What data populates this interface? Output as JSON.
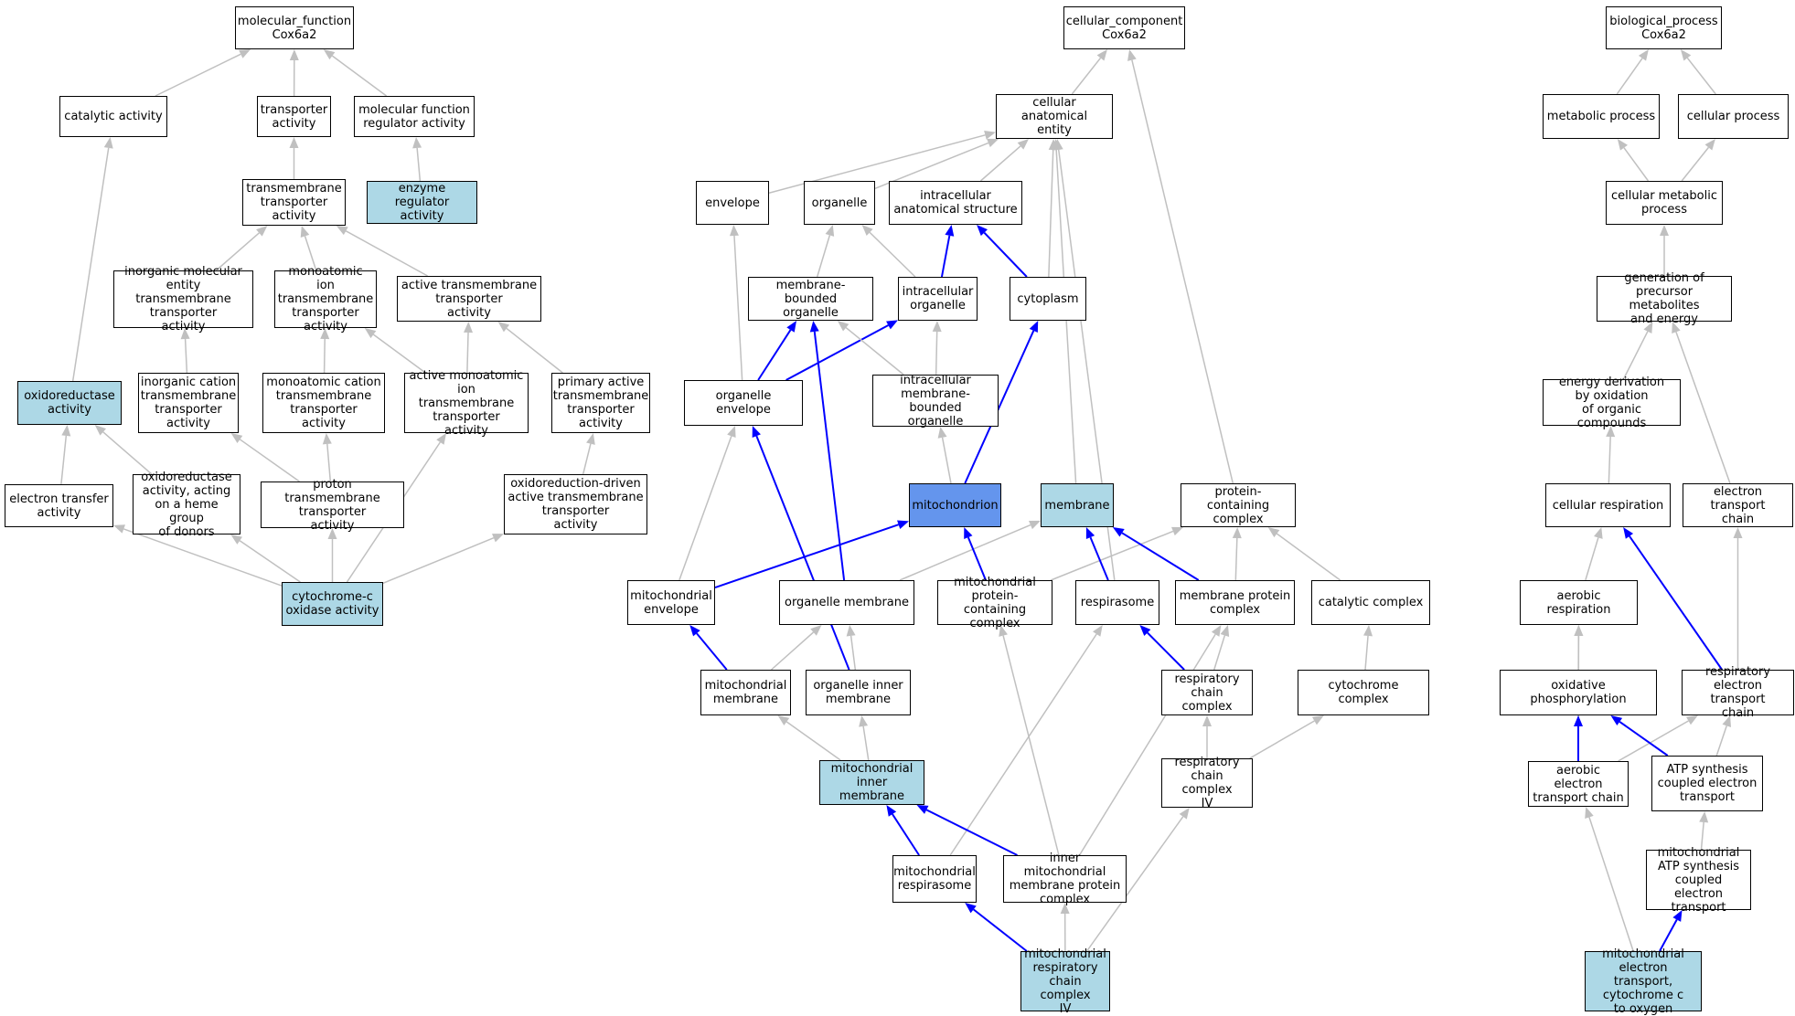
{
  "colors": {
    "edge_gray": "#c0c0c0",
    "edge_blue": "#0000ff",
    "highlight": "#add8e6",
    "focus": "#6495ed",
    "node_fill": "#ffffff",
    "border": "#000000"
  },
  "nodes": {
    "mf_root": "molecular_function\nCox6a2",
    "catalytic": "catalytic activity",
    "transporter": "transporter\nactivity",
    "mf_regulator": "molecular function\nregulator activity",
    "enzyme_reg": "enzyme regulator\nactivity",
    "tm_transporter": "transmembrane\ntransporter\nactivity",
    "inorg_mol": "inorganic molecular\nentity transmembrane\ntransporter\nactivity",
    "monoatomic_ion_tm": "monoatomic ion\ntransmembrane\ntransporter\nactivity",
    "active_tm": "active transmembrane\ntransporter\nactivity",
    "oxidoreductase": "oxidoreductase\nactivity",
    "inorg_cation": "inorganic cation\ntransmembrane\ntransporter\nactivity",
    "monoatomic_cation": "monoatomic cation\ntransmembrane\ntransporter\nactivity",
    "active_monoatomic": "active monoatomic\nion transmembrane\ntransporter\nactivity",
    "primary_active": "primary active\ntransmembrane\ntransporter\nactivity",
    "electron_transfer": "electron transfer\nactivity",
    "oxidoreductase_heme": "oxidoreductase\nactivity, acting\non a heme group\nof donors",
    "proton_tm": "proton transmembrane\ntransporter\nactivity",
    "oxred_driven": "oxidoreduction-driven\nactive transmembrane\ntransporter\nactivity",
    "cyt_c_oxidase": "cytochrome-c\noxidase activity",
    "cc_root": "cellular_component\nCox6a2",
    "cell_anat": "cellular anatomical\nentity",
    "envelope": "envelope",
    "organelle": "organelle",
    "intracell_anat": "intracellular\nanatomical structure",
    "mem_bounded": "membrane-bounded\norganelle",
    "intracell_org": "intracellular\norganelle",
    "cytoplasm": "cytoplasm",
    "org_envelope": "organelle envelope",
    "intracell_mem_bounded": "intracellular\nmembrane-bounded\norganelle",
    "mitochondrion": "mitochondrion",
    "membrane": "membrane",
    "protein_complex": "protein-containing\ncomplex",
    "mito_envelope": "mitochondrial\nenvelope",
    "org_membrane": "organelle membrane",
    "mito_protein_complex": "mitochondrial\nprotein-containing\ncomplex",
    "respirasome": "respirasome",
    "membrane_protein_complex": "membrane protein\ncomplex",
    "catalytic_complex": "catalytic complex",
    "mito_membrane": "mitochondrial\nmembrane",
    "org_inner_membrane": "organelle inner\nmembrane",
    "resp_chain_complex": "respiratory\nchain complex",
    "cytochrome_complex": "cytochrome complex",
    "mito_inner_membrane": "mitochondrial\ninner membrane",
    "resp_chain_iv": "respiratory\nchain complex\nIV",
    "mito_respirasome": "mitochondrial\nrespirasome",
    "inner_mito_mpc": "inner mitochondrial\nmembrane protein\ncomplex",
    "mito_resp_chain_iv": "mitochondrial\nrespiratory\nchain complex\nIV",
    "bp_root": "biological_process\nCox6a2",
    "metabolic": "metabolic process",
    "cellular_process": "cellular process",
    "cell_metabolic": "cellular metabolic\nprocess",
    "gen_precursor": "generation of\nprecursor metabolites\nand energy",
    "energy_deriv": "energy derivation\nby oxidation\nof organic compounds",
    "cell_resp": "cellular respiration",
    "etc": "electron transport\nchain",
    "aerobic_resp": "aerobic respiration",
    "ox_phos": "oxidative phosphorylation",
    "resp_etc": "respiratory\nelectron transport\nchain",
    "aerobic_etc": "aerobic electron\ntransport chain",
    "atp_synth": "ATP synthesis\ncoupled electron\ntransport",
    "mito_atp": "mitochondrial\nATP synthesis\ncoupled electron\ntransport",
    "mito_et_cyt_c": "mitochondrial\nelectron transport,\ncytochrome c\nto oxygen"
  },
  "highlighted": [
    "enzyme_reg",
    "oxidoreductase",
    "cyt_c_oxidase",
    "membrane",
    "mito_inner_membrane",
    "mito_resp_chain_iv",
    "mito_et_cyt_c"
  ],
  "focused": [
    "mitochondrion"
  ],
  "edges": [
    [
      "catalytic",
      "mf_root",
      "gray"
    ],
    [
      "transporter",
      "mf_root",
      "gray"
    ],
    [
      "mf_regulator",
      "mf_root",
      "gray"
    ],
    [
      "enzyme_reg",
      "mf_regulator",
      "gray"
    ],
    [
      "tm_transporter",
      "transporter",
      "gray"
    ],
    [
      "inorg_mol",
      "tm_transporter",
      "gray"
    ],
    [
      "monoatomic_ion_tm",
      "tm_transporter",
      "gray"
    ],
    [
      "active_tm",
      "tm_transporter",
      "gray"
    ],
    [
      "oxidoreductase",
      "catalytic",
      "gray"
    ],
    [
      "inorg_cation",
      "inorg_mol",
      "gray"
    ],
    [
      "monoatomic_cation",
      "monoatomic_ion_tm",
      "gray"
    ],
    [
      "active_monoatomic",
      "monoatomic_ion_tm",
      "gray"
    ],
    [
      "active_monoatomic",
      "active_tm",
      "gray"
    ],
    [
      "primary_active",
      "active_tm",
      "gray"
    ],
    [
      "electron_transfer",
      "oxidoreductase",
      "gray"
    ],
    [
      "oxidoreductase_heme",
      "oxidoreductase",
      "gray"
    ],
    [
      "proton_tm",
      "inorg_cation",
      "gray"
    ],
    [
      "proton_tm",
      "monoatomic_cation",
      "gray"
    ],
    [
      "oxred_driven",
      "primary_active",
      "gray"
    ],
    [
      "cyt_c_oxidase",
      "electron_transfer",
      "gray"
    ],
    [
      "cyt_c_oxidase",
      "oxidoreductase_heme",
      "gray"
    ],
    [
      "cyt_c_oxidase",
      "proton_tm",
      "gray"
    ],
    [
      "cyt_c_oxidase",
      "active_monoatomic",
      "gray"
    ],
    [
      "cyt_c_oxidase",
      "oxred_driven",
      "gray"
    ],
    [
      "cell_anat",
      "cc_root",
      "gray"
    ],
    [
      "protein_complex",
      "cc_root",
      "gray"
    ],
    [
      "envelope",
      "cell_anat",
      "gray"
    ],
    [
      "organelle",
      "cell_anat",
      "gray"
    ],
    [
      "intracell_anat",
      "cell_anat",
      "gray"
    ],
    [
      "cytoplasm",
      "cell_anat",
      "gray"
    ],
    [
      "membrane",
      "cell_anat",
      "gray"
    ],
    [
      "respirasome",
      "cell_anat",
      "gray"
    ],
    [
      "mem_bounded",
      "organelle",
      "gray"
    ],
    [
      "intracell_org",
      "organelle",
      "gray"
    ],
    [
      "intracell_org",
      "intracell_anat",
      "blue"
    ],
    [
      "cytoplasm",
      "intracell_anat",
      "blue"
    ],
    [
      "org_envelope",
      "envelope",
      "gray"
    ],
    [
      "org_envelope",
      "mem_bounded",
      "blue"
    ],
    [
      "org_envelope",
      "intracell_org",
      "blue"
    ],
    [
      "intracell_mem_bounded",
      "mem_bounded",
      "gray"
    ],
    [
      "intracell_mem_bounded",
      "intracell_org",
      "gray"
    ],
    [
      "mitochondrion",
      "intracell_mem_bounded",
      "gray"
    ],
    [
      "mitochondrion",
      "cytoplasm",
      "blue"
    ],
    [
      "mito_envelope",
      "org_envelope",
      "gray"
    ],
    [
      "mito_envelope",
      "mitochondrion",
      "blue"
    ],
    [
      "org_membrane",
      "mem_bounded",
      "blue"
    ],
    [
      "org_membrane",
      "membrane",
      "gray"
    ],
    [
      "mito_protein_complex",
      "mitochondrion",
      "blue"
    ],
    [
      "mito_protein_complex",
      "protein_complex",
      "gray"
    ],
    [
      "respirasome",
      "membrane",
      "blue"
    ],
    [
      "membrane_protein_complex",
      "membrane",
      "blue"
    ],
    [
      "membrane_protein_complex",
      "protein_complex",
      "gray"
    ],
    [
      "catalytic_complex",
      "protein_complex",
      "gray"
    ],
    [
      "mito_membrane",
      "mito_envelope",
      "blue"
    ],
    [
      "mito_membrane",
      "org_membrane",
      "gray"
    ],
    [
      "org_inner_membrane",
      "org_membrane",
      "gray"
    ],
    [
      "org_inner_membrane",
      "org_envelope",
      "blue"
    ],
    [
      "resp_chain_complex",
      "respirasome",
      "blue"
    ],
    [
      "resp_chain_complex",
      "membrane_protein_complex",
      "gray"
    ],
    [
      "cytochrome_complex",
      "catalytic_complex",
      "gray"
    ],
    [
      "mito_inner_membrane",
      "mito_membrane",
      "gray"
    ],
    [
      "mito_inner_membrane",
      "org_inner_membrane",
      "gray"
    ],
    [
      "resp_chain_iv",
      "resp_chain_complex",
      "gray"
    ],
    [
      "resp_chain_iv",
      "cytochrome_complex",
      "gray"
    ],
    [
      "mito_respirasome",
      "mito_inner_membrane",
      "blue"
    ],
    [
      "mito_respirasome",
      "respirasome",
      "gray"
    ],
    [
      "inner_mito_mpc",
      "mito_inner_membrane",
      "blue"
    ],
    [
      "inner_mito_mpc",
      "mito_protein_complex",
      "gray"
    ],
    [
      "inner_mito_mpc",
      "membrane_protein_complex",
      "gray"
    ],
    [
      "mito_resp_chain_iv",
      "mito_respirasome",
      "blue"
    ],
    [
      "mito_resp_chain_iv",
      "inner_mito_mpc",
      "gray"
    ],
    [
      "mito_resp_chain_iv",
      "resp_chain_iv",
      "gray"
    ],
    [
      "metabolic",
      "bp_root",
      "gray"
    ],
    [
      "cellular_process",
      "bp_root",
      "gray"
    ],
    [
      "cell_metabolic",
      "metabolic",
      "gray"
    ],
    [
      "cell_metabolic",
      "cellular_process",
      "gray"
    ],
    [
      "gen_precursor",
      "cell_metabolic",
      "gray"
    ],
    [
      "energy_deriv",
      "gen_precursor",
      "gray"
    ],
    [
      "etc",
      "gen_precursor",
      "gray"
    ],
    [
      "cell_resp",
      "energy_deriv",
      "gray"
    ],
    [
      "aerobic_resp",
      "cell_resp",
      "gray"
    ],
    [
      "ox_phos",
      "aerobic_resp",
      "gray"
    ],
    [
      "resp_etc",
      "cell_resp",
      "blue"
    ],
    [
      "resp_etc",
      "etc",
      "gray"
    ],
    [
      "aerobic_etc",
      "aerobic_resp",
      "gray"
    ],
    [
      "aerobic_etc",
      "ox_phos",
      "blue"
    ],
    [
      "aerobic_etc",
      "resp_etc",
      "gray"
    ],
    [
      "atp_synth",
      "ox_phos",
      "blue"
    ],
    [
      "atp_synth",
      "resp_etc",
      "gray"
    ],
    [
      "mito_atp",
      "atp_synth",
      "gray"
    ],
    [
      "mito_et_cyt_c",
      "aerobic_etc",
      "gray"
    ],
    [
      "mito_et_cyt_c",
      "mito_atp",
      "blue"
    ]
  ]
}
